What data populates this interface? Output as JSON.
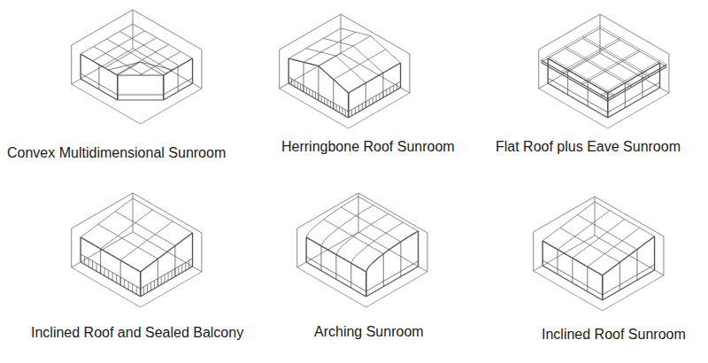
{
  "diagram": {
    "labels": [
      "Convex Multidimensional Sunroom",
      "Herringbone Roof Sunroom",
      "Flat Roof plus Eave Sunroom",
      "Inclined Roof and Sealed Balcony",
      "Arching Sunroom",
      "Inclined Roof Sunroom"
    ]
  }
}
